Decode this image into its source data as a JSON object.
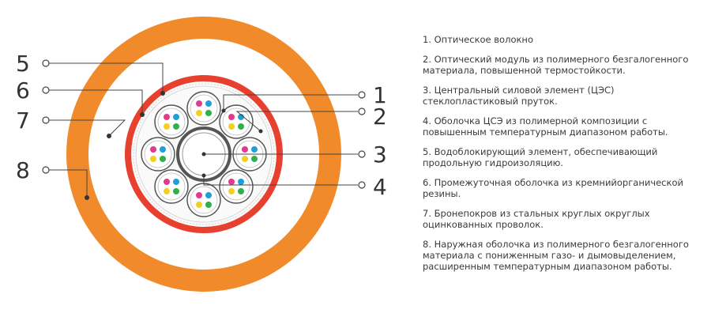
{
  "colors": {
    "outer_sheath": "#f08a2a",
    "inner_sheath": "#e8402f",
    "leader_line": "#444444",
    "fiber_colors": [
      "#e23a8d",
      "#1e9fd8",
      "#f0d020",
      "#2fb04a"
    ]
  },
  "callouts": [
    {
      "id": "5",
      "label": "5"
    },
    {
      "id": "6",
      "label": "6"
    },
    {
      "id": "7",
      "label": "7"
    },
    {
      "id": "8",
      "label": "8"
    },
    {
      "id": "1",
      "label": "1"
    },
    {
      "id": "2",
      "label": "2"
    },
    {
      "id": "3",
      "label": "3"
    },
    {
      "id": "4",
      "label": "4"
    }
  ],
  "legend": [
    "1. Оптическое волокно",
    "2. Оптический модуль из полимерного безгалогенного материала, повышенной термостойкости.",
    "3. Центральный силовой элемент (ЦЭС) стеклопластиковый пруток.",
    "4. Оболочка ЦСЭ из полимерной композиции с повышенным температурным диапазоном работы.",
    "5. Водоблокирующий элемент, обеспечивающий продольную гидроизоляцию.",
    "6. Промежуточная оболочка из кремнийорганической резины.",
    "7. Бронепокров из стальных круглых округлых оцинкованных проволок.",
    "8. Наружная оболочка из полимерного безгалогенного материала с пониженным газо- и дымовыделением, расширенным температурным диапазоном работы."
  ]
}
